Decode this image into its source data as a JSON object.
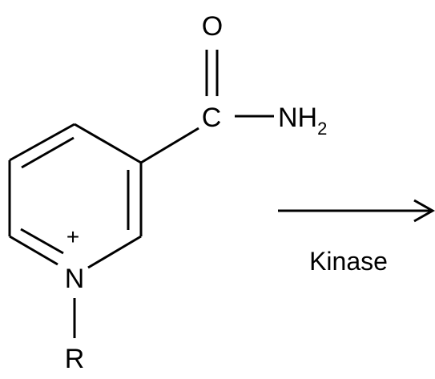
{
  "molecule": {
    "carbonyl_oxygen": "O",
    "carbonyl_carbon": "C",
    "amide_group": "NH",
    "amide_subscript": "2",
    "ring_nitrogen": "N",
    "nitrogen_charge": "+",
    "substituent": "R"
  },
  "reaction": {
    "enzyme_label": "Kinase"
  },
  "colors": {
    "stroke": "#000000",
    "background": "#ffffff"
  }
}
